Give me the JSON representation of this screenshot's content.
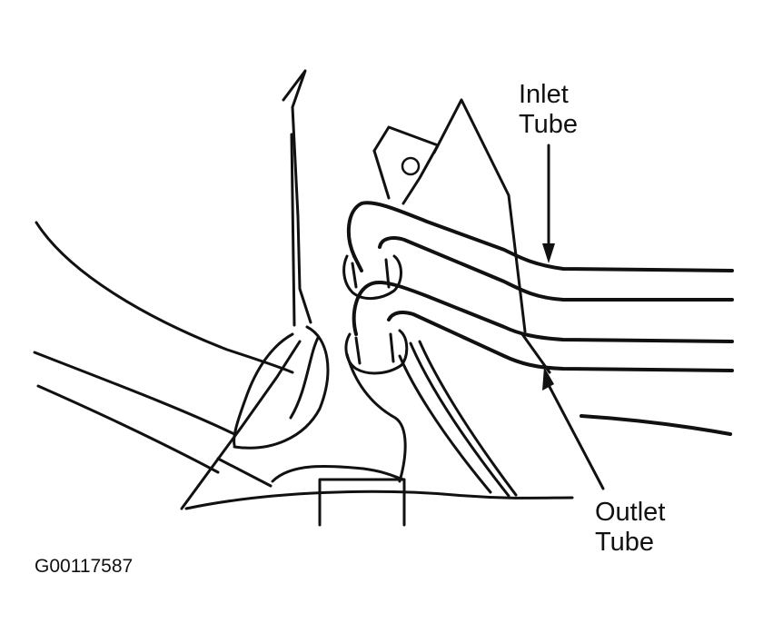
{
  "labels": {
    "inlet": [
      "Inlet",
      "Tube"
    ],
    "outlet": [
      "Outlet",
      "Tube"
    ]
  },
  "figure_id": "G00117587",
  "colors": {
    "ink": "#111111",
    "paper": "#ffffff"
  }
}
